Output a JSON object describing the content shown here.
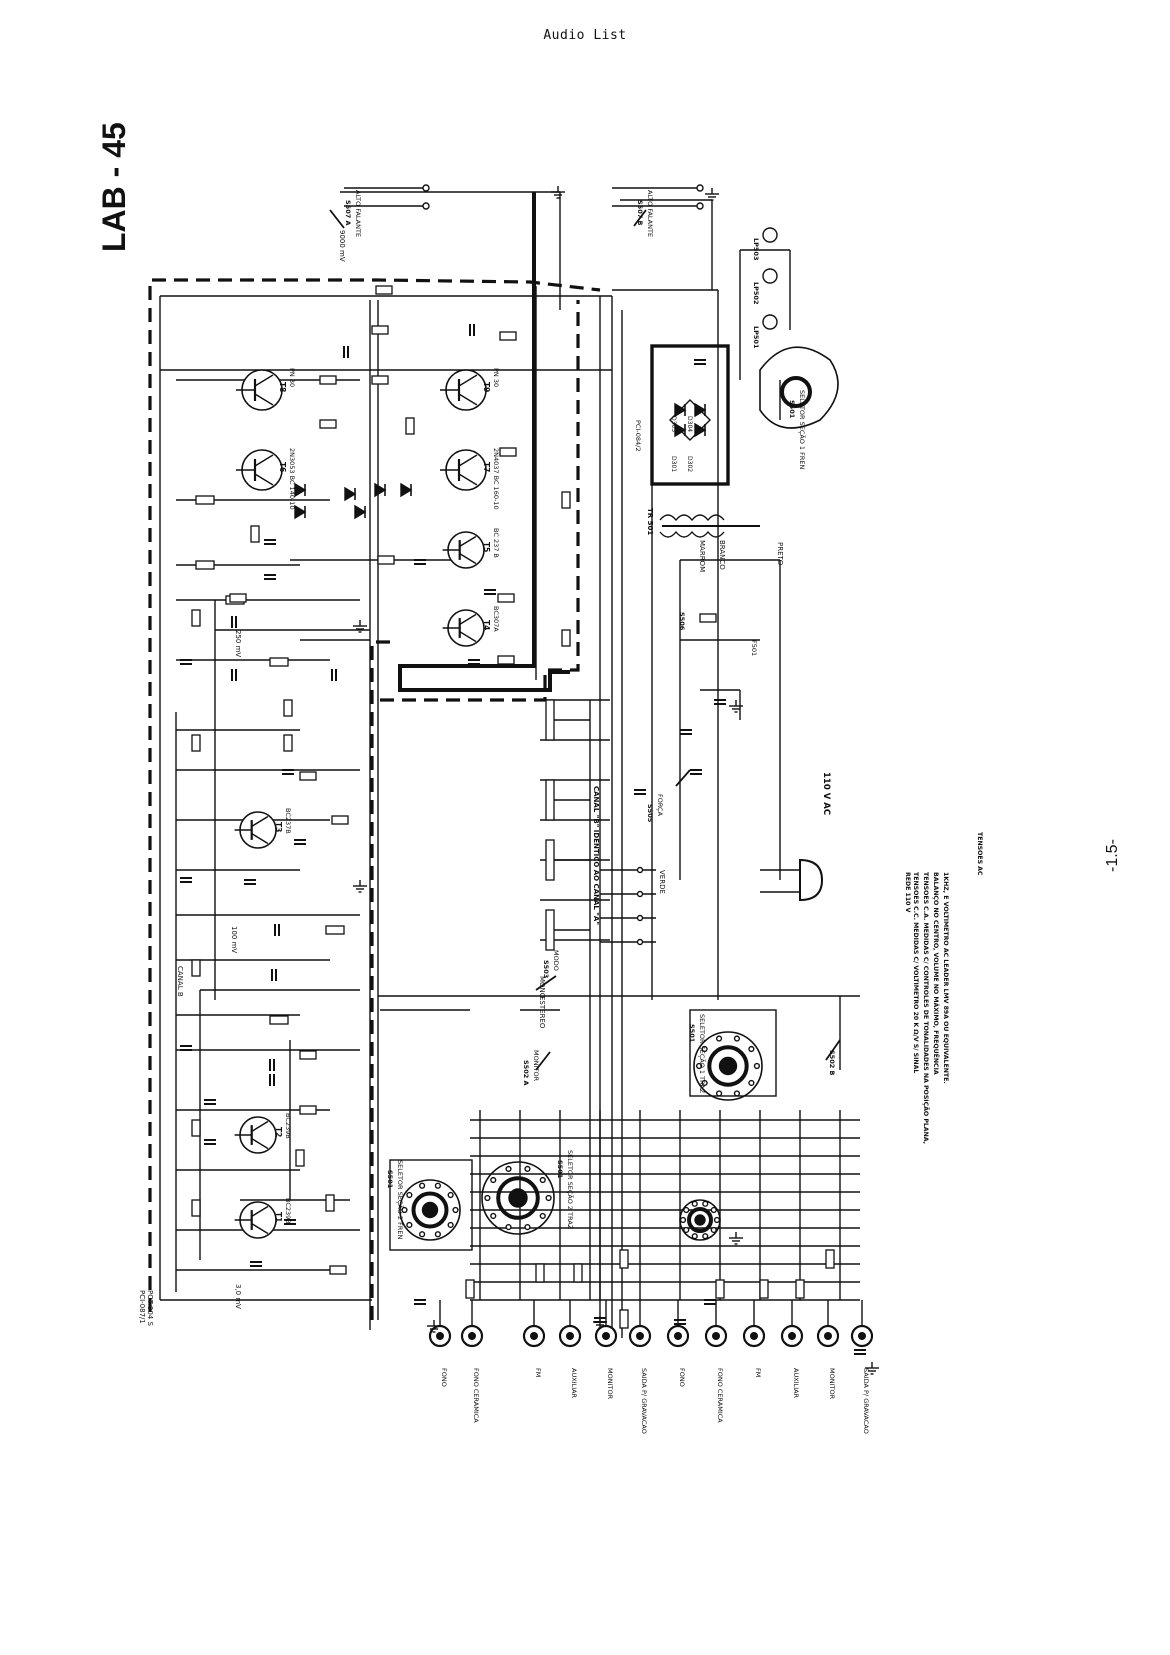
{
  "header": "Audio List",
  "model_title": "LAB - 45",
  "page_number": "-1.5-",
  "inputs": [
    "FONO",
    "FONO CERAMICA",
    "FM",
    "AUXILIAR",
    "MONITOR",
    "SAIDA P/ GRAVACAO",
    "FONO",
    "FONO CERAMICA",
    "FM",
    "AUXILIAR",
    "MONITOR",
    "SAIDA P/ GRAVACAO"
  ],
  "transistors": [
    {
      "id": "T1",
      "type": "BC239B"
    },
    {
      "id": "T2",
      "type": "BC239B"
    },
    {
      "id": "T3",
      "type": "BC237B"
    },
    {
      "id": "T4",
      "type": "BC307A"
    },
    {
      "id": "T5",
      "type": "BC 237 B"
    },
    {
      "id": "T6",
      "type": "2N3053 BC 140-10"
    },
    {
      "id": "T7",
      "type": "2N4037 BC 160-10"
    },
    {
      "id": "T8",
      "type": "PN 30"
    },
    {
      "id": "T9",
      "type": "PN 30"
    }
  ],
  "switches": [
    {
      "id": "S501",
      "label": "SELETOR SEÇÃO 2 FREN"
    },
    {
      "id": "S501",
      "label": "SELETOR SEÇÃO 2 TRAZ"
    },
    {
      "id": "S501",
      "label": "SELETOR SEÇÃO 1 TRAZ"
    },
    {
      "id": "S501",
      "label": "SELETOR SEÇÃO 1 FREN"
    },
    {
      "id": "S502 A",
      "label": "MONITOR"
    },
    {
      "id": "S502 B",
      "label": ""
    },
    {
      "id": "S503",
      "label": "MODO"
    },
    {
      "id": "S505",
      "label": "FORÇA"
    },
    {
      "id": "S506",
      "label": ""
    },
    {
      "id": "S507 A",
      "label": "ALTO FALANTE"
    },
    {
      "id": "S507 B",
      "label": "ALTO FALANTE"
    }
  ],
  "power": {
    "mains": "110 V AC",
    "transformer": "TR 501",
    "rectifier": "PCI-084/2",
    "diodes": [
      "D301",
      "D302",
      "D303",
      "D304"
    ],
    "fuse": "F501",
    "lamps": [
      "LP501",
      "LP502",
      "LP503"
    ]
  },
  "notes": [
    "REDE 110 V",
    "TENSOES C.C. MEDIDAS C/ VOLTIMETRO 20 K Ω/V S/ SINAL",
    "TENSOES C.A. MEDIDAS C/ CONTROLES DE TONALIDADES NA POSIÇÃO PLANA,",
    "BALANÇO NO CENTRO, VOLUME NO MÁXIMO, FREQUÊNCIA",
    "1KHZ, E VOLTIMETRO AC LEADER LMV 89A OU EQUIVALENTE.",
    "TENSOES AC"
  ],
  "misc_labels": [
    "CANAL B",
    "CANAL \"B\" IDÊNTICO AO CANAL \"A\"",
    "PCI-087/1",
    "POT-004 S",
    "3,0 mV",
    "100 mV",
    "250 mV",
    "9000 mV",
    "ESTEREO",
    "MONO",
    "VERDE",
    "PRETO",
    "MARROM",
    "BRANCO"
  ]
}
